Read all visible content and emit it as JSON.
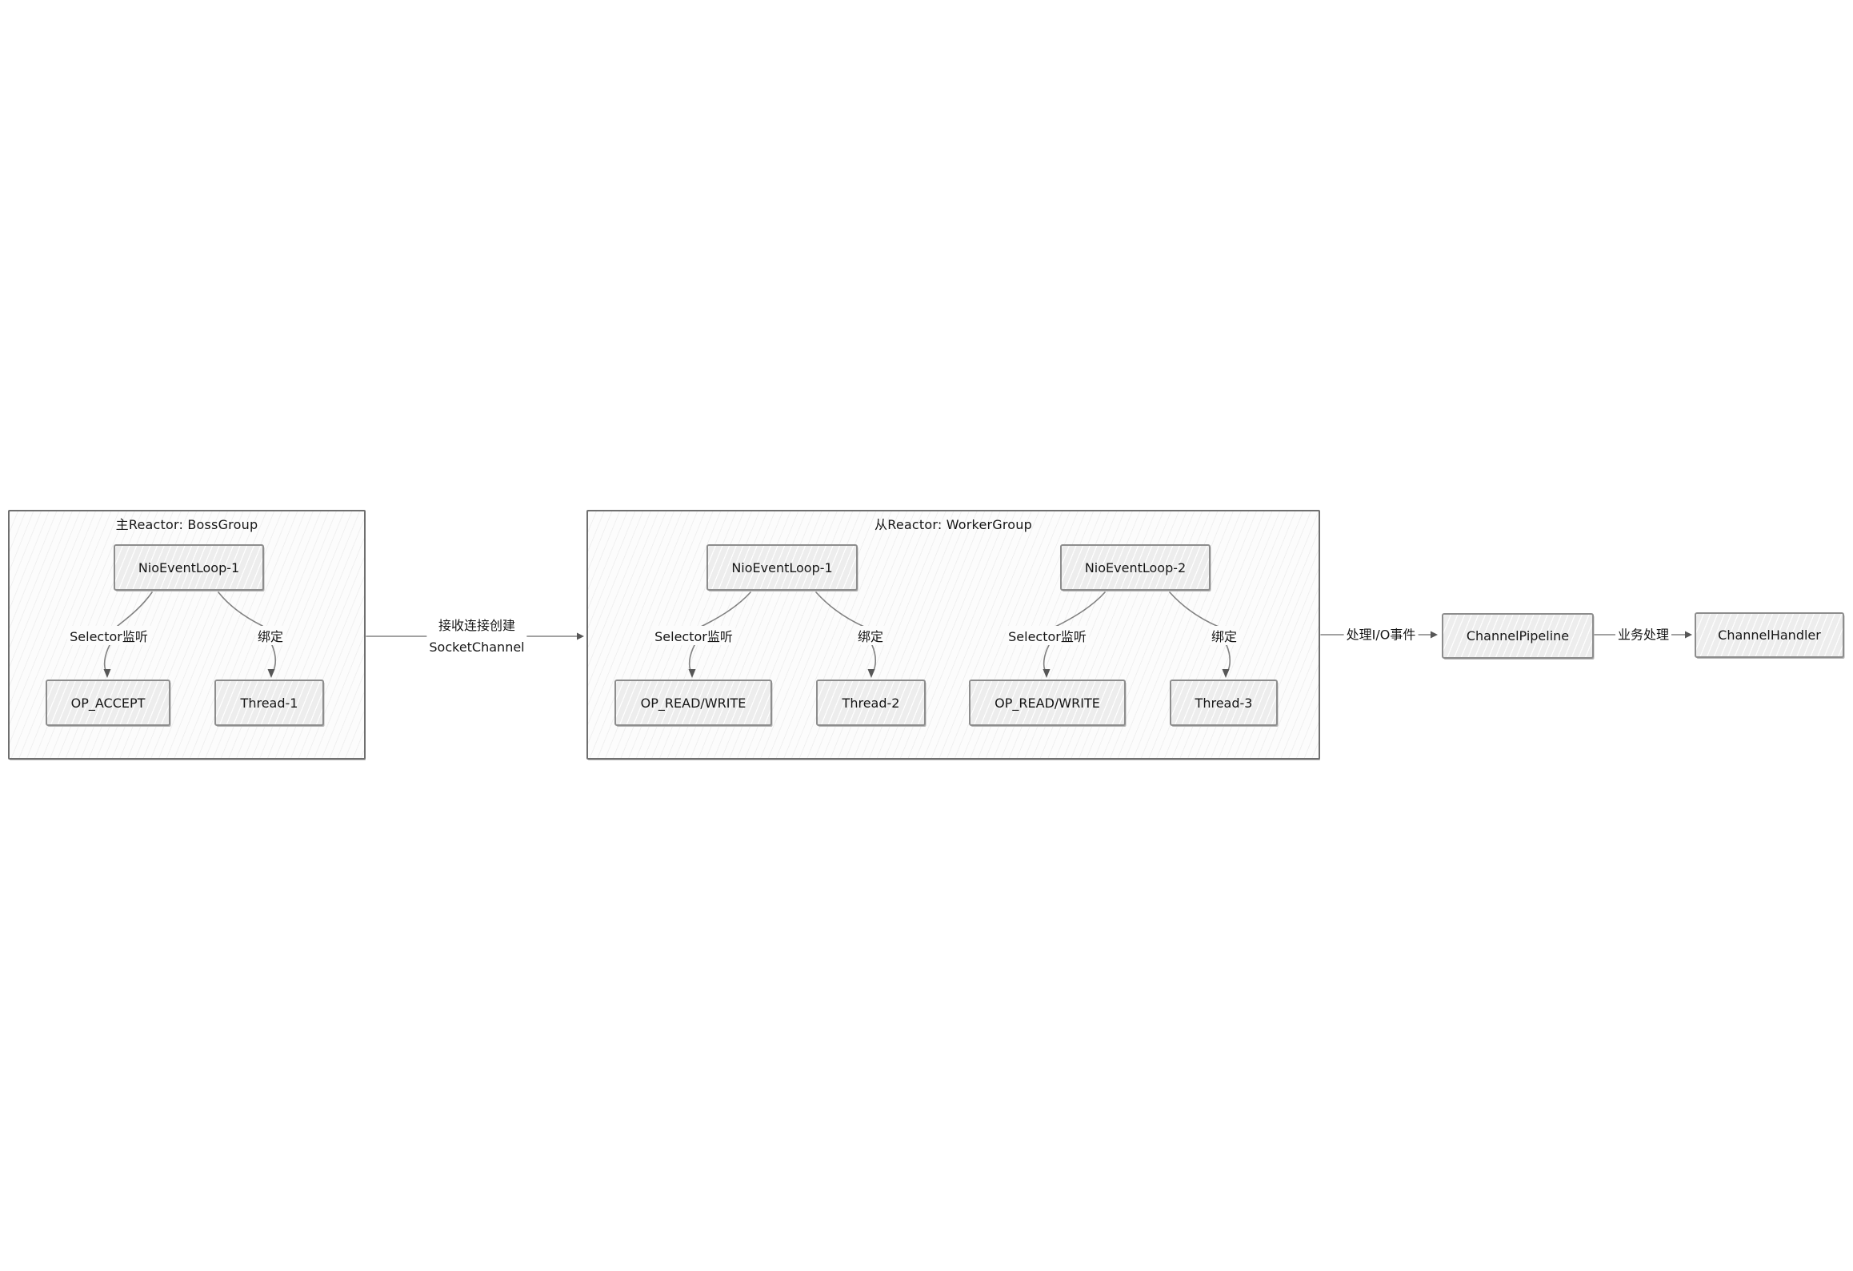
{
  "boss": {
    "title": "主Reactor: BossGroup",
    "event_loop": "NioEventLoop-1",
    "selector_label": "Selector监听",
    "bind_label": "绑定",
    "op": "OP_ACCEPT",
    "thread": "Thread-1"
  },
  "worker": {
    "title": "从Reactor: WorkerGroup",
    "loops": [
      {
        "event_loop": "NioEventLoop-1",
        "selector_label": "Selector监听",
        "bind_label": "绑定",
        "op": "OP_READ/WRITE",
        "thread": "Thread-2"
      },
      {
        "event_loop": "NioEventLoop-2",
        "selector_label": "Selector监听",
        "bind_label": "绑定",
        "op": "OP_READ/WRITE",
        "thread": "Thread-3"
      }
    ]
  },
  "flow": {
    "accept_label_line1": "接收连接创建",
    "accept_label_line2": "SocketChannel",
    "io_label": "处理I/O事件",
    "business_label": "业务处理",
    "pipeline": "ChannelPipeline",
    "handler": "ChannelHandler"
  },
  "colors": {
    "background": "#ffffff",
    "node_fill": "#ededed",
    "node_border": "#8d8d8d",
    "container_fill": "#fcfcfc",
    "container_border": "#6f6f6f",
    "edge_line": "#828282",
    "arrowhead": "#575757",
    "text": "#161616"
  }
}
